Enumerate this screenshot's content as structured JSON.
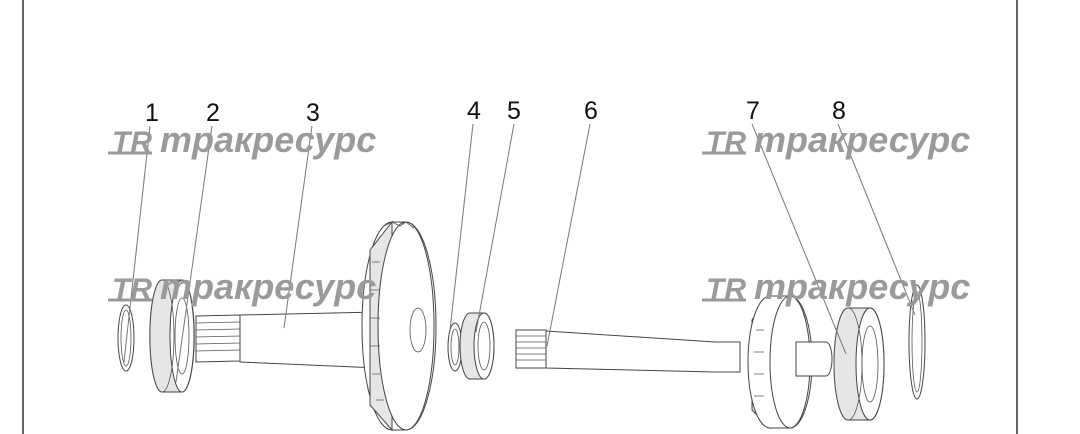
{
  "callouts": [
    {
      "id": "1",
      "label": "1"
    },
    {
      "id": "2",
      "label": "2"
    },
    {
      "id": "3",
      "label": "3"
    },
    {
      "id": "4",
      "label": "4"
    },
    {
      "id": "5",
      "label": "5"
    },
    {
      "id": "6",
      "label": "6"
    },
    {
      "id": "7",
      "label": "7"
    },
    {
      "id": "8",
      "label": "8"
    }
  ],
  "watermark": {
    "logo": "TR",
    "brand": "тракресурс"
  },
  "colors": {
    "frame": "#333333",
    "watermark": "#9a9a9a",
    "lines": "#444444"
  }
}
